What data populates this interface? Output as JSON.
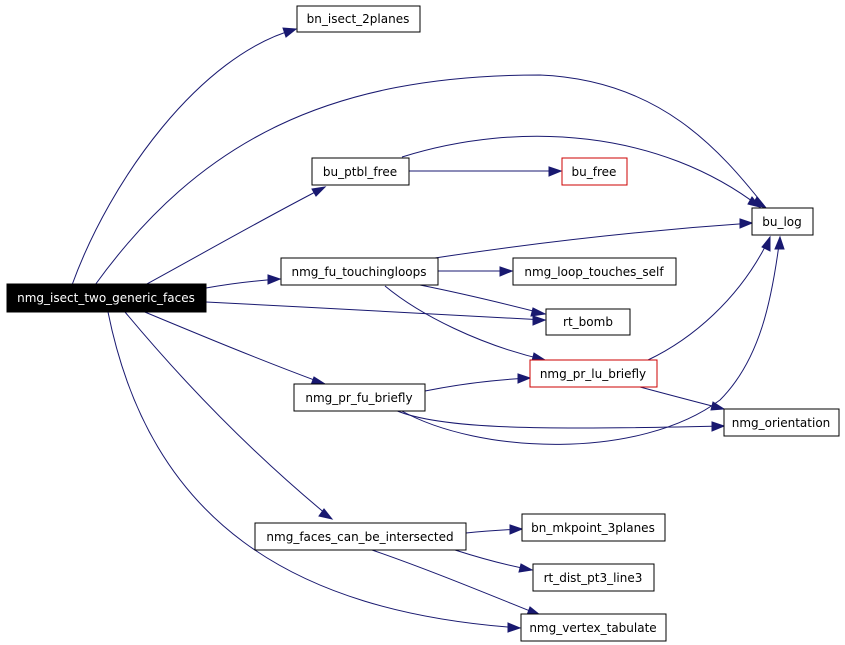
{
  "colors": {
    "edge": "#191970",
    "root_fill": "#000000",
    "root_text": "#ffffff",
    "node_border": "#000000",
    "external_border": "#cc0000"
  },
  "nodes": {
    "root": "nmg_isect_two_generic_faces",
    "bn_isect_2planes": "bn_isect_2planes",
    "bu_ptbl_free": "bu_ptbl_free",
    "bu_free": "bu_free",
    "bu_log": "bu_log",
    "nmg_fu_touchingloops": "nmg_fu_touchingloops",
    "nmg_loop_touches_self": "nmg_loop_touches_self",
    "rt_bomb": "rt_bomb",
    "nmg_pr_lu_briefly": "nmg_pr_lu_briefly",
    "nmg_pr_fu_briefly": "nmg_pr_fu_briefly",
    "nmg_orientation": "nmg_orientation",
    "nmg_faces_can_be_intersected": "nmg_faces_can_be_intersected",
    "bn_mkpoint_3planes": "bn_mkpoint_3planes",
    "rt_dist_pt3_line3": "rt_dist_pt3_line3",
    "nmg_vertex_tabulate": "nmg_vertex_tabulate"
  }
}
